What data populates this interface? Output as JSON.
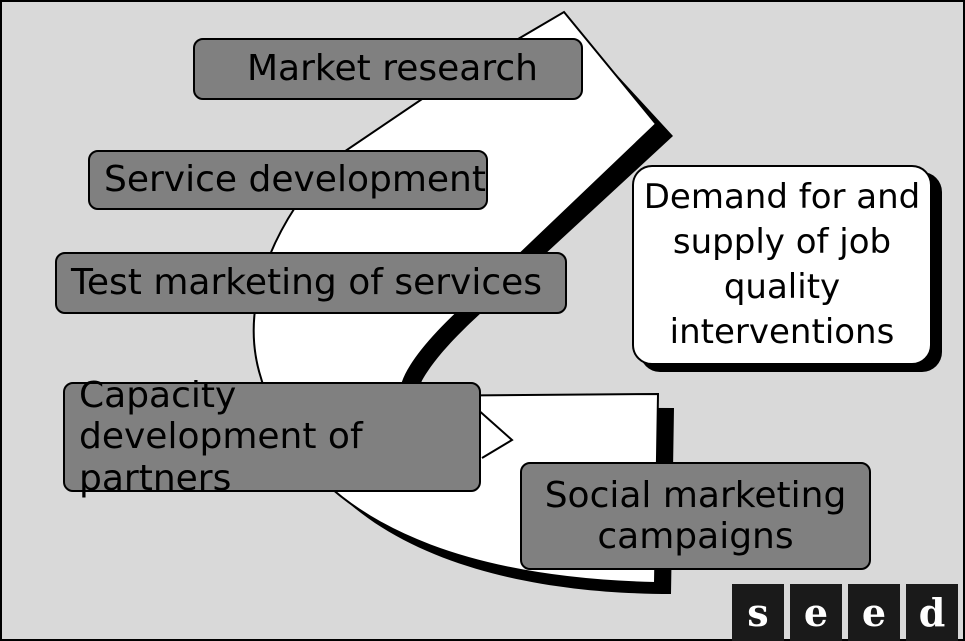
{
  "steps": [
    "Market research",
    "Service development",
    "Test marketing of services",
    "Capacity development of partners",
    "Social marketing campaigns"
  ],
  "center_box": "Demand for and supply of job quality interventions",
  "logo": {
    "letters": [
      "s",
      "e",
      "e",
      "d"
    ]
  },
  "colors": {
    "background": "#d9d9d9",
    "step_box": "#808080",
    "arrow": "#ffffff",
    "center_box": "#ffffff"
  }
}
